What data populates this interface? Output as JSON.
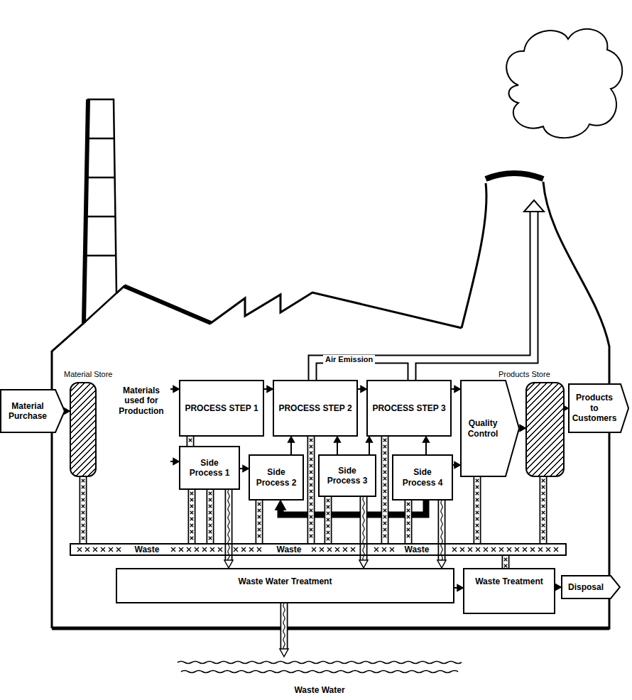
{
  "diagram": {
    "nodes": [
      {
        "text": [
          "Material Purchase"
        ]
      },
      {
        "text": [
          "Material Store"
        ]
      },
      {
        "text": [
          "Materials used for Production"
        ]
      },
      {
        "text": [
          "PROCESS STEP 1"
        ]
      },
      {
        "text": [
          "PROCESS STEP 2"
        ]
      },
      {
        "text": [
          "PROCESS STEP 3"
        ]
      },
      {
        "text": [
          "Quality Control"
        ]
      },
      {
        "text": [
          "Products Store"
        ]
      },
      {
        "text": [
          "Products to Customers"
        ]
      },
      {
        "text": [
          "Side Process 1"
        ]
      },
      {
        "text": [
          "Side Process 2"
        ]
      },
      {
        "text": [
          "Side Process 3"
        ]
      },
      {
        "text": [
          "Side Process 4"
        ]
      },
      {
        "text": [
          "Waste",
          "Waste",
          "Waste"
        ]
      },
      {
        "text": [
          "Waste Water Treatment"
        ]
      },
      {
        "text": [
          "Waste Treatment"
        ]
      },
      {
        "text": [
          "Disposal"
        ]
      },
      {
        "text": [
          "Waste Water"
        ]
      }
    ],
    "edges": [
      {
        "from": 0,
        "to": 1,
        "arrow": "to"
      },
      {
        "from": 2,
        "to": 3,
        "arrow": "to"
      },
      {
        "from": 2,
        "to": 9,
        "arrow": "to"
      },
      {
        "from": 3,
        "to": 4,
        "arrow": "to"
      },
      {
        "from": 4,
        "to": 5,
        "arrow": "to"
      },
      {
        "from": 5,
        "to": 6,
        "arrow": "to"
      },
      {
        "from": 6,
        "to": 7,
        "arrow": "to"
      },
      {
        "from": 7,
        "to": 8,
        "arrow": "to"
      },
      {
        "from": 9,
        "to": 10,
        "arrow": "to"
      },
      {
        "from": 10,
        "to": 4,
        "arrow": "to"
      },
      {
        "from": 11,
        "to": 4,
        "arrow": "to"
      },
      {
        "from": 11,
        "to": 5,
        "arrow": "to"
      },
      {
        "from": 12,
        "to": 5,
        "arrow": "to"
      },
      {
        "from": 12,
        "to": 6,
        "arrow": "to"
      },
      {
        "from": 12,
        "to": 10,
        "arrow": "to"
      },
      {
        "from": 3,
        "to": 9,
        "arrow": "none"
      },
      {
        "from": 1,
        "to": 13,
        "arrow": "none"
      },
      {
        "from": 9,
        "to": 13,
        "arrow": "none"
      },
      {
        "from": 9,
        "to": 13,
        "arrow": "none"
      },
      {
        "from": 9,
        "to": 14,
        "arrow": "to"
      },
      {
        "from": 10,
        "to": 13,
        "arrow": "none"
      },
      {
        "from": 4,
        "to": 13,
        "arrow": "none"
      },
      {
        "from": 11,
        "to": 13,
        "arrow": "none"
      },
      {
        "from": 11,
        "to": 14,
        "arrow": "to"
      },
      {
        "from": 5,
        "to": 13,
        "arrow": "none"
      },
      {
        "from": 12,
        "to": 13,
        "arrow": "none"
      },
      {
        "from": 12,
        "to": 14,
        "arrow": "to"
      },
      {
        "from": 6,
        "to": 13,
        "arrow": "none"
      },
      {
        "from": 7,
        "to": 13,
        "arrow": "none"
      },
      {
        "from": 13,
        "to": 15,
        "arrow": "none"
      },
      {
        "from": 14,
        "to": 15,
        "arrow": "to"
      },
      {
        "from": 15,
        "to": 16,
        "arrow": "to"
      },
      {
        "from": 14,
        "to": 17,
        "arrow": "to"
      }
    ],
    "labels": [
      "Air Emission"
    ]
  }
}
